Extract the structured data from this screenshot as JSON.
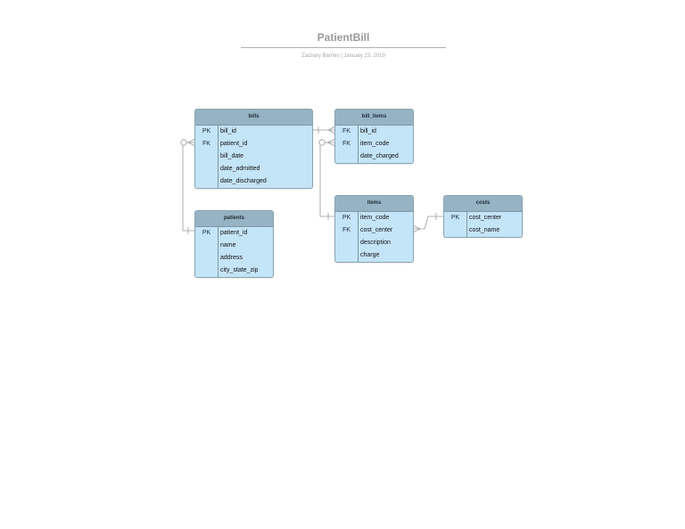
{
  "diagram": {
    "title": "PatientBill",
    "subtitle": "Zachary Barnes  |  January 23, 2019"
  },
  "entities": [
    {
      "id": "bills",
      "name": "bills",
      "rows": [
        {
          "key": "PK",
          "field": "bill_id"
        },
        {
          "key": "FK",
          "field": "patient_id"
        },
        {
          "key": "",
          "field": "bill_date"
        },
        {
          "key": "",
          "field": "date_admitted"
        },
        {
          "key": "",
          "field": "date_discharged"
        }
      ]
    },
    {
      "id": "bill-items",
      "name": "bill_items",
      "rows": [
        {
          "key": "FK",
          "field": "bill_id"
        },
        {
          "key": "FK",
          "field": "item_code"
        },
        {
          "key": "",
          "field": "date_charged"
        }
      ]
    },
    {
      "id": "patients",
      "name": "patients",
      "rows": [
        {
          "key": "PK",
          "field": "patient_id"
        },
        {
          "key": "",
          "field": "name"
        },
        {
          "key": "",
          "field": "address"
        },
        {
          "key": "",
          "field": "city_state_zip"
        }
      ]
    },
    {
      "id": "items",
      "name": "items",
      "rows": [
        {
          "key": "PK",
          "field": "item_code"
        },
        {
          "key": "FK",
          "field": "cost_center"
        },
        {
          "key": "",
          "field": "description"
        },
        {
          "key": "",
          "field": "charge"
        }
      ]
    },
    {
      "id": "costs",
      "name": "costs",
      "rows": [
        {
          "key": "PK",
          "field": "cost_center"
        },
        {
          "key": "",
          "field": "cost_name"
        }
      ]
    }
  ],
  "relationships": [
    {
      "from": "bills.bill_id",
      "to": "bill_items.bill_id",
      "from_end": "one",
      "to_end": "many"
    },
    {
      "from": "patients.patient_id",
      "to": "bills.patient_id",
      "from_end": "one",
      "to_end": "zero-or-many"
    },
    {
      "from": "items.item_code",
      "to": "bill_items.item_code",
      "from_end": "one",
      "to_end": "zero-or-many"
    },
    {
      "from": "costs.cost_center",
      "to": "items.cost_center",
      "from_end": "one",
      "to_end": "many"
    }
  ],
  "colors": {
    "header": "#96b3c4",
    "body": "#c4e4f7",
    "border": "#7f98a8",
    "connector": "#9a9a9a"
  }
}
